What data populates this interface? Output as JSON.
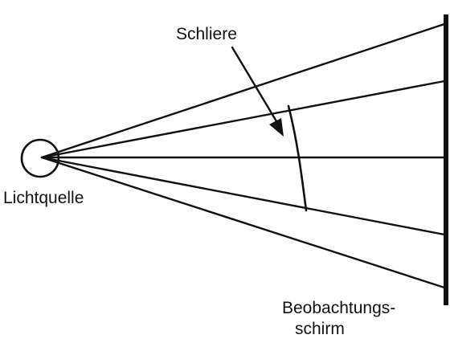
{
  "labels": {
    "schliere": "Schliere",
    "lichtquelle": "Lichtquelle",
    "screen_line1": "Beobachtungs-",
    "screen_line2": "schirm"
  },
  "colors": {
    "ink": "#111111",
    "background": "#ffffff"
  }
}
